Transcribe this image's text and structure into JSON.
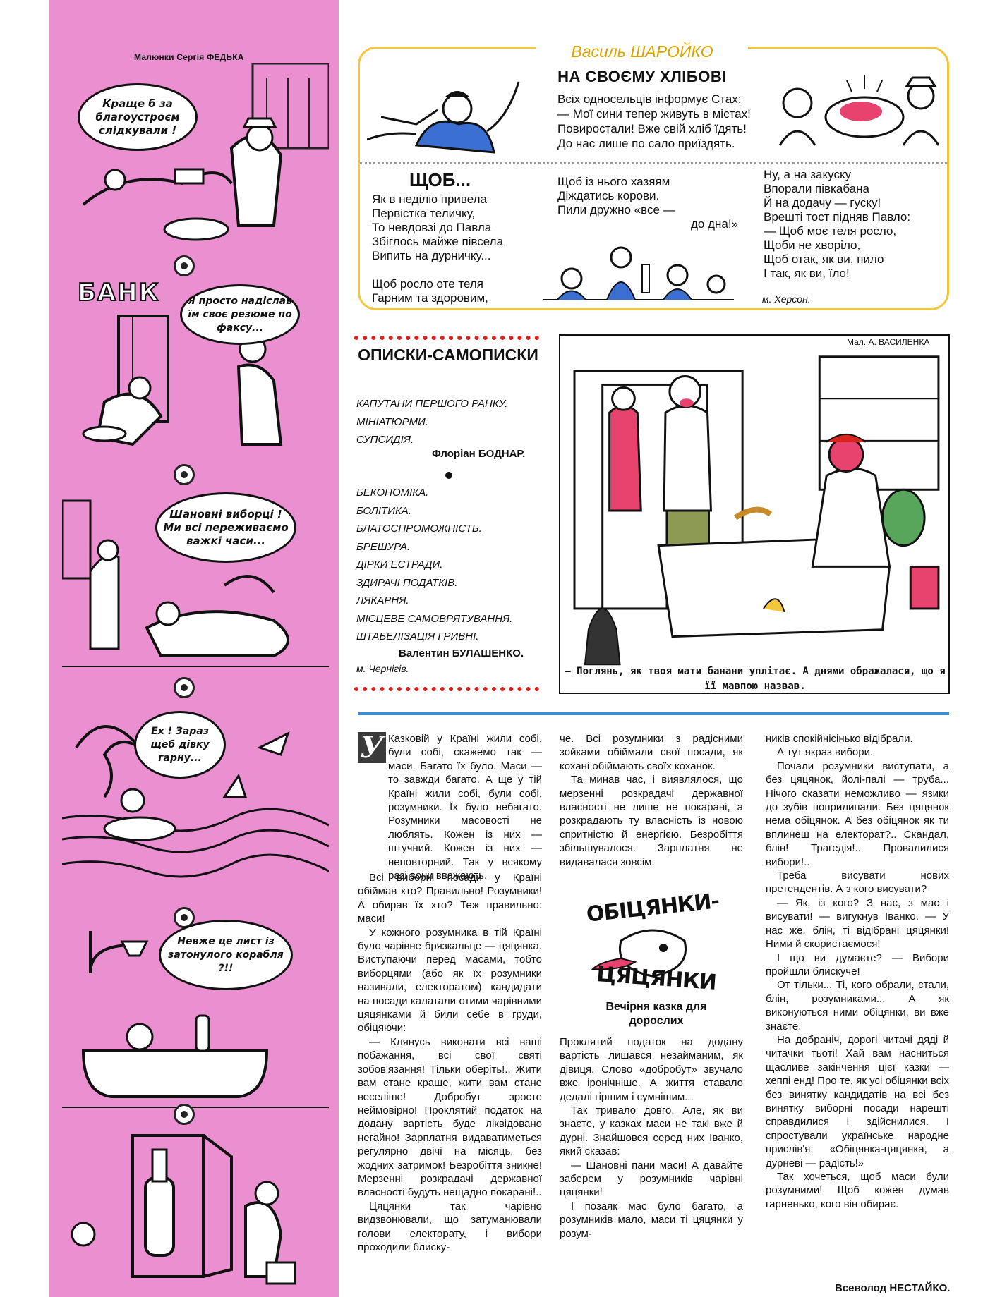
{
  "strip": {
    "credit": "Малюнки Сергія ФЕДЬКА",
    "panels": [
      {
        "bubble": "Краще б за благоустроєм слідкували !",
        "sign": ""
      },
      {
        "bubble": "Я просто надіслав їм своє резюме по факсу...",
        "sign": "БАНК"
      },
      {
        "bubble": "Шановні виборці ! Ми всі переживаємо важкі часи...",
        "sign": ""
      },
      {
        "bubble": "Ех ! Зараз щеб дівку гарну...",
        "sign": ""
      },
      {
        "bubble": "Невже це лист із затонулого корабля ?!!",
        "sign": ""
      }
    ]
  },
  "poem": {
    "author": "Василь ШАРОЙКО",
    "title": "НА СВОЄМУ ХЛІБОВІ",
    "stanza1": "Всіх односельців інформує Стах:\n— Мої сини тепер живуть в містах!\nПовиростали! Вже свій хліб їдять!\nДо нас лише по сало приїздять.",
    "sub_title": "ЩОБ...",
    "col1": "Як в неділю привела\nПервістка теличку,\nТо невдовзі до Павла\nЗбіглось майже півсела\nВипить на дурничку...\n\nЩоб росло оте теля\nГарним та здоровим,",
    "col2a": "Щоб із нього хазяям\nДіждатись корови.\nПили дружно «все —",
    "col2b": "до дна!»",
    "col3": "Ну, а на закуску\nВпорали півкабана\nЙ на додачу — гуску!\nВрешті тост підняв Павло:\n— Щоб моє теля росло,\nЩоби не хворіло,\nЩоб отак, як ви, пило\nІ так, як ви, їло!",
    "place": "м. Херсон."
  },
  "opysky": {
    "title": "ОПИСКИ-САМОПИСКИ",
    "list1": [
      "КАПУТАНИ ПЕРШОГО РАНКУ.",
      "МІНІАТЮРМИ.",
      "СУПСИДІЯ."
    ],
    "sig1": "Флоріан БОДНАР.",
    "list2": [
      "БЕКОНОМІКА.",
      "БОЛІТИКА.",
      "БЛАТОСПРОМОЖНІСТЬ.",
      "БРЕШУРА.",
      "ДІРКИ ЕСТРАДИ.",
      "ЗДИРАЧІ ПОДАТКІВ.",
      "ЛЯКАРНЯ.",
      "МІСЦЕВЕ САМОВРЯТУВАННЯ.",
      "ШТАБЕЛІЗАЦІЯ ГРИВНІ."
    ],
    "sig2": "Валентин БУЛАШЕНКО.",
    "sig2_place": "м. Чернігів."
  },
  "cartoon": {
    "credit": "Мал. А. ВАСИЛЕНКА",
    "caption": "— Поглянь, як твоя мати банани уплітає. А днями ображалася, що я її мавпою назвав."
  },
  "story": {
    "dropcap": "У",
    "col1": [
      "Казковій у Країні жили собі, були собі, скажемо так — маси. Багато їх було. Маси — то завжди багато. А ще у тій Країні жили собі, були собі, розумники. Їх було небагато. Розумники масовості не люблять. Кожен із них — штучний. Кожен із них — неповторний. Так у всякому разі вони вважають.",
      "Всі виборні посади у Країні обіймав хто? Правильно! Розумники! А обирав їх хто? Теж правильно: маси!",
      "У кожного розумника в тій Країні було чарівне брязкальце — цяцянка. Виступаючи перед масами, тобто виборцями (або як їх розумники називали, електоратом) кандидати на посади калатали отими чарівними цяцянками й били себе в груди, обіцяючи:",
      "— Клянусь виконати всі ваші побажання, всі свої святі зобов'язання! Тільки оберіть!.. Жити вам стане краще, жити вам стане веселіше! Добробут зросте неймовірно! Проклятий податок на додану вартість буде ліквідовано негайно! Зарплатня видаватиметься регулярно двічі на місяць, без жодних затримок! Безробіття зникне! Мерзенні розкрадачі державної власності будуть нещадно покарані!..",
      "Цяцянки так чарівно видзвонювали, що затуманювали голови електорату, і вибори проходили блиску-"
    ],
    "col2": [
      "че. Всі розумники з радісними зойками обіймали свої посади, як кохані обіймають своїх коханок.",
      "Та минав час, і виявлялося, що мерзенні розкрадачі державної власності не лише не покарані, а розкрадають ту власність із новою спритністю й енергією. Безробіття збільшувалося. Зарплатня не видавалася зовсім."
    ],
    "logo_top": "ОБІЦЯНКИ-",
    "logo_bottom": "ЦЯЦЯНКИ",
    "subtitle": "Вечірня казка для дорослих",
    "col2b": [
      "Проклятий податок на додану вартість лишався незайманим, як дівиця. Слово «добробут» звучало вже іронічніше. А життя ставало дедалі гіршим і сумнішим...",
      "Так тривало довго. Але, як ви знаєте, у казках маси не такі вже й дурні. Знайшовся серед них Іванко, який сказав:",
      "— Шановні пани маси! А давайте заберем у розумників чарівні цяцянки!",
      "І позаяк мас було багато, а розумників мало, маси ті цяцянки у розум-"
    ],
    "col3": [
      "ників спокійнісінько відібрали.",
      "А тут якраз вибори.",
      "Почали розумники виступати, а без цяцянок, йолі-палі — труба... Нічого сказати неможливо — язики до зубів поприлипали. Без цяцянок нема обіцянок. А без обіцянок як ти вплинеш на електорат?.. Скандал, блін! Трагедія!.. Провалилися вибори!..",
      "Треба висувати нових претендентів. А з кого висувати?",
      "— Як, із кого? З нас, з мас і висувати! — вигукнув Іванко. — У нас же, блін, ті відібрані цяцянки! Ними й скористаємося!",
      "І що ви думаєте? — Вибори пройшли блискуче!",
      "От тільки... Ті, кого обрали, стали, блін, розумниками... А як виконуються ними обіцянки, ви вже знаєте.",
      "На добраніч, дорогі читачі дяді й читачки тьоті! Хай вам насниться щасливе закінчення цієї казки — хеппі енд! Про те, як усі обіцянки всіх без винятку кандидатів на всі без винятку виборні посади нарешті справдилися і здійснилися. І спростували українське народне прислів'я: «Обіцянка-цяцянка, а дурневі — радість!»",
      "Так хочеться, щоб маси були розумними! Щоб кожен думав гарненько, кого він обирає."
    ],
    "author": "Всеволод НЕСТАЙКО."
  },
  "colors": {
    "strip_pink": "#ea8fcf",
    "poem_border": "#f3c63b",
    "accent_red": "#d9231d",
    "rule_blue": "#3c8ed1"
  }
}
